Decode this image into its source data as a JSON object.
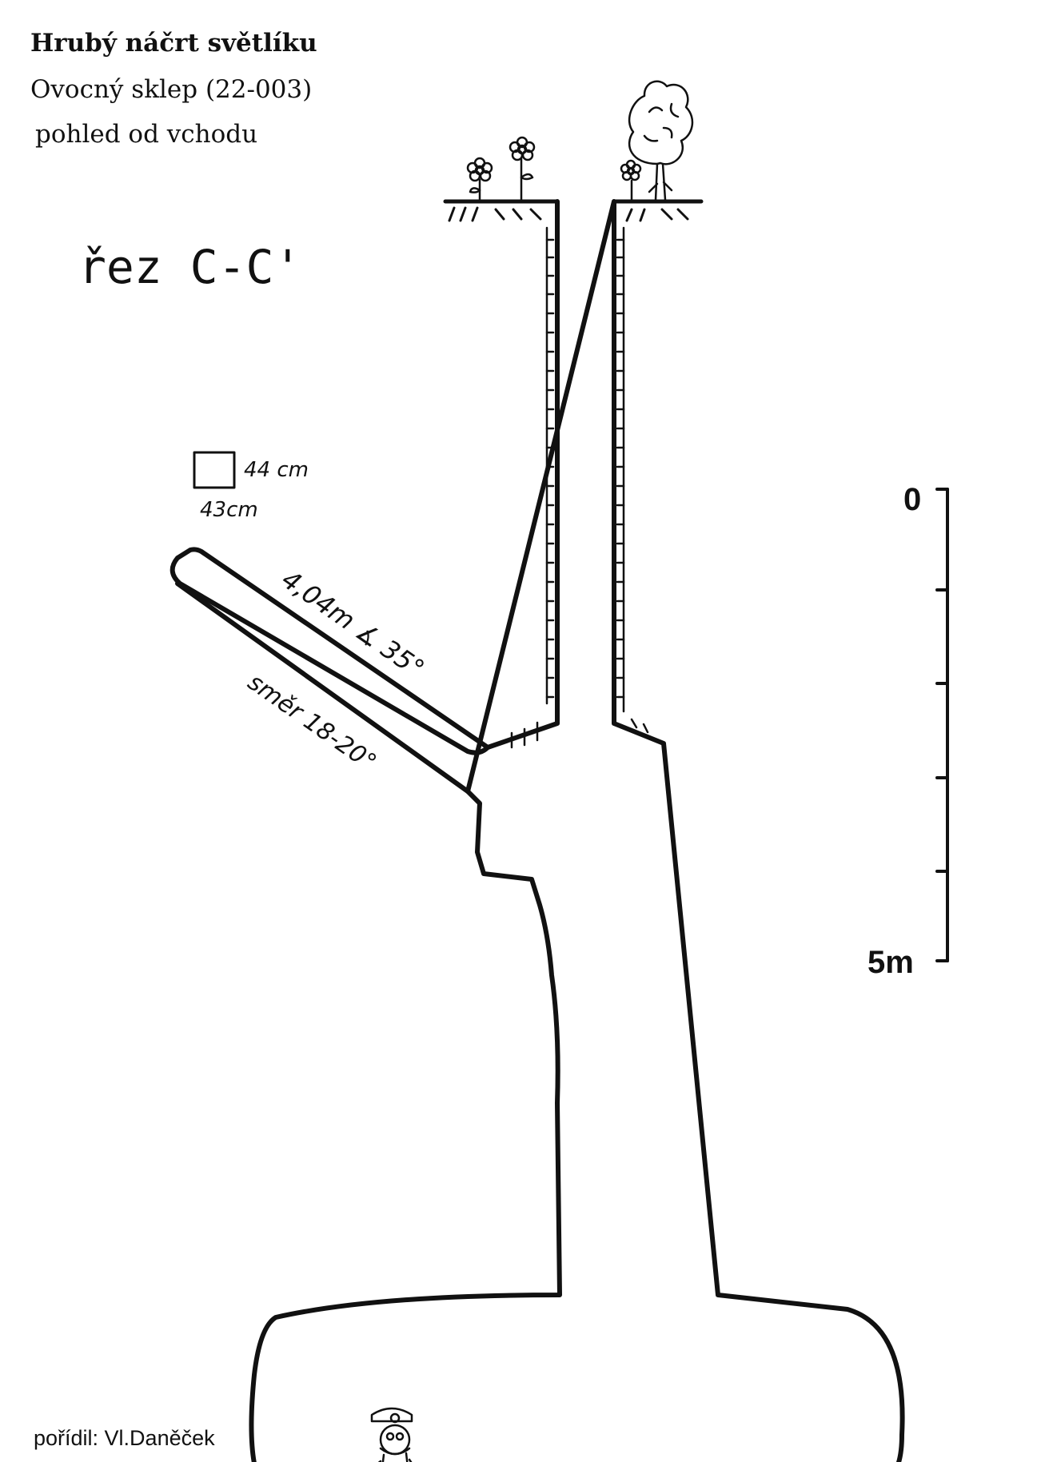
{
  "title": {
    "line1": "Hrubý náčrt světlíku",
    "line2": "Ovocný sklep (22-003)",
    "line3": "pohled od vchodu"
  },
  "section_label": "řez C-C'",
  "opening": {
    "height_label": "44 cm",
    "width_label": "43cm"
  },
  "side_passage": {
    "length_angle_label": "4,04m ∡ 35°",
    "direction_label": "směr 18-20°"
  },
  "scale_bar": {
    "top_label": "0",
    "bottom_label": "5m",
    "divisions": 5
  },
  "author": "pořídil: Vl.Daněček"
}
